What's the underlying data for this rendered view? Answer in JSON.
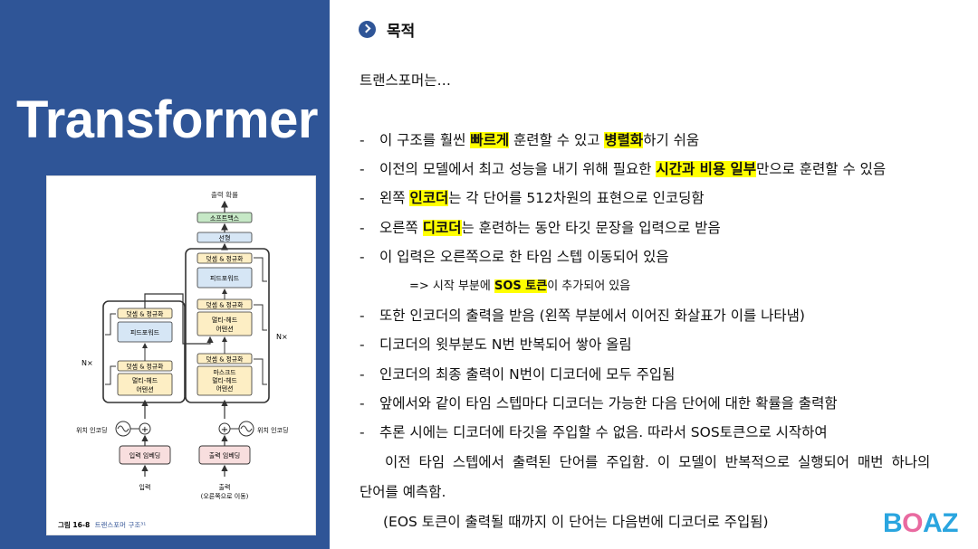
{
  "slide": {
    "title": "Transformer"
  },
  "figure": {
    "output_label": "출력 확률",
    "softmax": "소프트맥스",
    "linear": "선형",
    "addnorm": "덧셈 & 정규화",
    "feedforward": "피드포워드",
    "multihead_a": "멀티-헤드",
    "multihead_b": "어텐션",
    "masked": "마스크드",
    "nx": "N×",
    "pos_enc": "위치 인코딩",
    "input_embed": "입력 임베딩",
    "output_embed": "출력 임베딩",
    "input_label": "입력",
    "output_label_bottom": "출력",
    "output_sub": "(오른쪽으로 이동)",
    "caption_bold": "그림 16-8",
    "caption_rest": "트랜스포머 구조³¹"
  },
  "content": {
    "section_title": "목적",
    "intro": "트랜스포머는…",
    "b1": {
      "dash": "-",
      "t1": "이 구조를 훨씬 ",
      "h1": "빠르게",
      "t2": " 훈련할 수 있고 ",
      "h2": "병렬화",
      "t3": "하기 쉬움"
    },
    "b2": {
      "dash": "-",
      "t1": "이전의 모델에서 최고 성능을 내기 위해 필요한 ",
      "h1": "시간과 비용 일부",
      "t2": "만으로 훈련할 수 있음"
    },
    "b3": {
      "dash": "-",
      "t1": "왼쪽 ",
      "h1": "인코더",
      "t2": "는 각 단어를 512차원의 표현으로 인코딩함"
    },
    "b4": {
      "dash": "-",
      "t1": "오른쪽 ",
      "h1": "디코더",
      "t2": "는 훈련하는 동안 타깃 문장을 입력으로 받음"
    },
    "b5": {
      "dash": "-",
      "t1": "이 입력은 오른쪽으로 한 타임 스텝 이동되어 있음"
    },
    "sub": {
      "t1": "=> 시작 부분에 ",
      "h1": "SOS 토큰",
      "t2": "이 추가되어 있음"
    },
    "b6": {
      "dash": "-",
      "t1": "또한 인코더의 출력을 받음 (왼쪽 부분에서 이어진 화살표가 이를 나타냄)"
    },
    "b7": {
      "dash": "-",
      "t1": "디코더의 윗부분도 N번 반복되어 쌓아 올림"
    },
    "b8": {
      "dash": "-",
      "t1": "인코더의 최종 출력이 N번이 디코더에 모두 주입됨"
    },
    "b9": {
      "dash": "-",
      "t1": "앞에서와 같이 타임 스텝마다 디코더는 가능한 다음 단어에 대한 확률을 출력함"
    },
    "b10": {
      "dash": "-",
      "t1": "추론 시에는 디코더에 타깃을 주입할 수 없음. 따라서 SOS토큰으로 시작하여"
    },
    "cont1": "이전 타임 스텝에서 출력된 단어를 주입함. 이 모델이 반복적으로 실행되어 매번 하나의",
    "cont2": "단어를 예측함.",
    "cont3": "(EOS 토큰이 출력될 때까지 이 단어는 다음번에 디코더로 주입됨)"
  },
  "logo": {
    "part1": "B",
    "part2": "O",
    "part3": "AZ"
  }
}
